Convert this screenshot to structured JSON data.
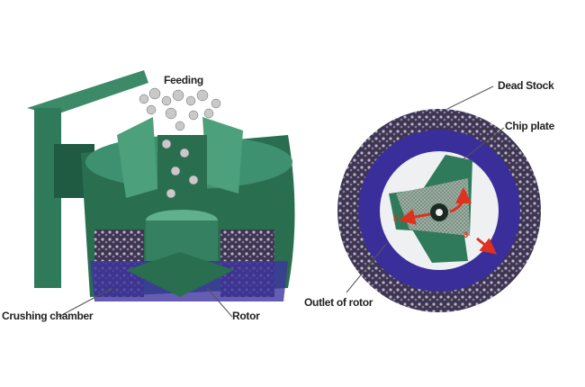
{
  "labels": {
    "feeding": "Feeding",
    "crushing_chamber": "Crushing chamber",
    "rotor": "Rotor",
    "dead_stock": "Dead Stock",
    "chip_plate": "Chip plate",
    "outlet_of_rotor": "Outlet of rotor"
  },
  "flow_steps": [
    "1",
    "2",
    "3"
  ],
  "colors": {
    "machine_green": "#2f7a5a",
    "ring_blue": "#3a2f9a",
    "dead_stock": "#4a3f5e",
    "arrow_red": "#e0301e"
  }
}
